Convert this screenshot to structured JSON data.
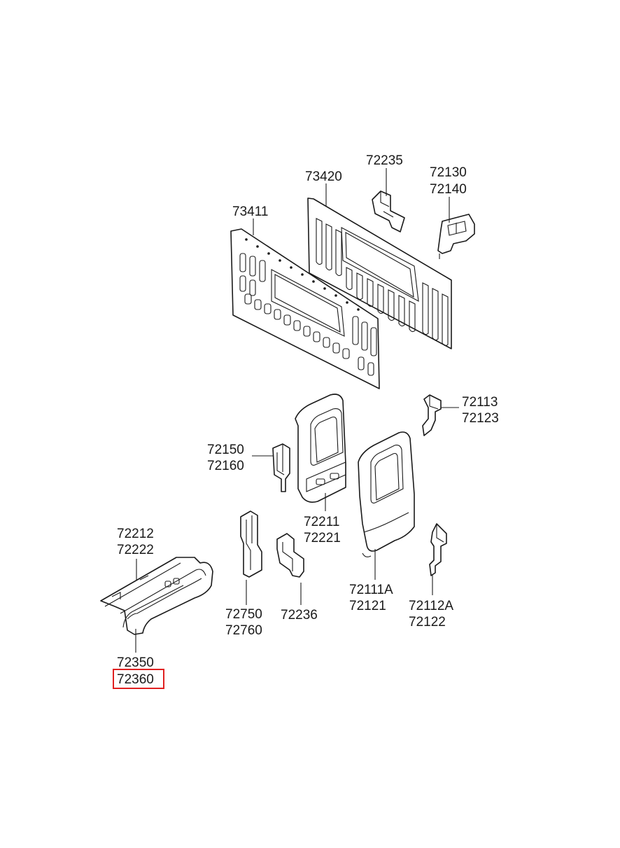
{
  "highlight_color": "#e02020",
  "callouts": [
    {
      "id": "73411",
      "lines": [
        "73411"
      ],
      "highlighted": false
    },
    {
      "id": "73420",
      "lines": [
        "73420"
      ],
      "highlighted": false
    },
    {
      "id": "72235",
      "lines": [
        "72235"
      ],
      "highlighted": false
    },
    {
      "id": "72130",
      "lines": [
        "72130",
        "72140"
      ],
      "highlighted": false
    },
    {
      "id": "72113",
      "lines": [
        "72113",
        "72123"
      ],
      "highlighted": false
    },
    {
      "id": "72150",
      "lines": [
        "72150",
        "72160"
      ],
      "highlighted": false
    },
    {
      "id": "72211",
      "lines": [
        "72211",
        "72221"
      ],
      "highlighted": false
    },
    {
      "id": "72212",
      "lines": [
        "72212",
        "72222"
      ],
      "highlighted": false
    },
    {
      "id": "72750",
      "lines": [
        "72750",
        "72760"
      ],
      "highlighted": false
    },
    {
      "id": "72236",
      "lines": [
        "72236"
      ],
      "highlighted": false
    },
    {
      "id": "72111A",
      "lines": [
        "72111A",
        "72121"
      ],
      "highlighted": false
    },
    {
      "id": "72112A",
      "lines": [
        "72112A",
        "72122"
      ],
      "highlighted": false
    },
    {
      "id": "72350",
      "lines": [
        "72350",
        "72360"
      ],
      "highlighted": true
    }
  ]
}
